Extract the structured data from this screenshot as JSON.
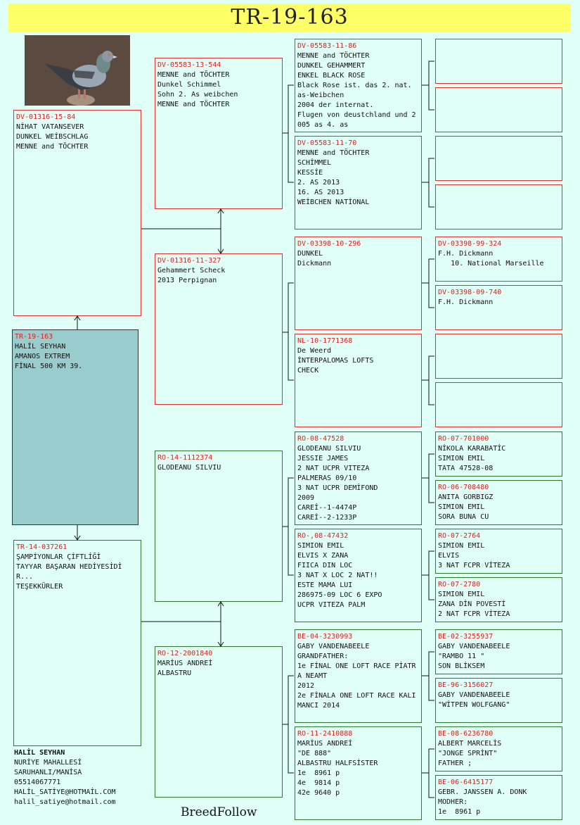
{
  "title": "TR-19-163",
  "brand": "BreedFollow",
  "photo": {
    "icon": "pigeon-photo"
  },
  "owner": {
    "name": "HALİL SEYHAN",
    "lines": [
      "NURİYE MAHALLESİ",
      "SARUHANLI/MANİSA",
      "05514067771",
      "HALİL_SATİYE@HOTMAİL.COM",
      "halil_satiye@hotmail.com"
    ]
  },
  "subject": {
    "ring": "TR-19-163",
    "text": "HALİL SEYHAN\nAMANOS EXTREM\nFİNAL 500 KM 39."
  },
  "sire": {
    "ring": "DV-01316-15-84",
    "text": "NİHAT VATANSEVER\nDUNKEL WEİBSCHLAG\nMENNE and TÖCHTER"
  },
  "dam": {
    "ring": "TR-14-037261",
    "text": "ŞAMPİYONLAR ÇİFTLİĞİ\nTAYYAR BAŞARAN HEDİYESİDİR...\nTEŞEKKÜRLER"
  },
  "ss": {
    "ring": "DV-05583-13-544",
    "text": "MENNE and TÖCHTER\nDunkel Schimmel\nSohn 2. As weibchen\nMENNE and TÖCHTER"
  },
  "sd": {
    "ring": "DV-01316-11-327",
    "text": "Gehammert Scheck\n2013 Perpignan"
  },
  "ds": {
    "ring": "RO-14-1112374",
    "text": "GLODEANU SILVIU"
  },
  "dd": {
    "ring": "RO-12-2001840",
    "text": "MARİUS ANDREİ\nALBASTRU"
  },
  "sss": {
    "ring": "DV-05583-11-86",
    "text": "MENNE and TÖCHTER\nDUNKEL GEHAMMERT\nENKEL BLACK ROSE\nBlack Rose ist. das 2. nat. as-Weibchen\n2004 der internat.\nFlugen von deustchland und 2005 as 4. as"
  },
  "ssd": {
    "ring": "DV-05583-11-70",
    "text": "MENNE and TÖCHTER\nSCHİMMEL\nKESSİE\n2. AS 2013\n16. AS 2013\nWEİBCHEN NATİONAL"
  },
  "sds": {
    "ring": "DV-03398-10-296",
    "text": "DUNKEL\nDickmann"
  },
  "sdd": {
    "ring": "NL-10-1771368",
    "text": "De Weerd\nİNTERPALOMAS LOFTS\nCHECK"
  },
  "dss": {
    "ring": "RO-08-47528",
    "text": "GLODEANU SILVIU\nJESSIE JAMES\n2 NAT UCPR VITEZA\nPALMERAS 09/10\n3 NAT UCPR DEMİFOND\n2009\nCAREİ--1-4474P\nCAREİ--2-1233P"
  },
  "dsd": {
    "ring": "RO-,08-47432",
    "text": "SIMION EMIL\nELVIS X ZANA\nFIICA DIN LOC\n3 NAT X LOC 2 NAT!!\nESTE MAMA LUI\n286975-09 LOC 6 EXPO\nUCPR VITEZA PALM"
  },
  "dds": {
    "ring": "BE-04-3230993",
    "text": "GABY VANDENABEELE\nGRANDFATHER:\n1e FİNAL ONE LOFT RACE PİATRA NEAMT\n2012\n2e FİNALA ONE LOFT RACE KALIMANCI 2014"
  },
  "ddd": {
    "ring": "RO-11-2410888",
    "text": "MARİUS ANDREİ\n\"DE 888\"\nALBASTRU HALFSİSTER\n1e  8961 p\n4e  9814 p\n42e 9640 p"
  },
  "g4": [
    {
      "ring": "",
      "text": ""
    },
    {
      "ring": "",
      "text": ""
    },
    {
      "ring": "",
      "text": ""
    },
    {
      "ring": "",
      "text": ""
    },
    {
      "ring": "DV-03398-99-324",
      "text": "F.H. Dickmann\n   10. National Marseille"
    },
    {
      "ring": "DV-03398-09-740",
      "text": "F.H. Dickmann"
    },
    {
      "ring": "",
      "text": ""
    },
    {
      "ring": "",
      "text": ""
    },
    {
      "ring": "RO-07-701000",
      "text": "NİKOLA KARABATİC\nSIMION EMIL\nTATA 47528-08"
    },
    {
      "ring": "RO-06-708480",
      "text": "ANITA GORBIGZ\nSIMION EMIL\nSORA BUNA CU"
    },
    {
      "ring": "RO-07-2764",
      "text": "SIMION EMIL\nELVIS\n3 NAT FCPR VİTEZA"
    },
    {
      "ring": "RO-07-2780",
      "text": "SIMION EMIL\nZANA DİN POVESTİ\n2 NAT FCPR VİTEZA"
    },
    {
      "ring": "BE-02-3255937",
      "text": "GABY VANDENABEELE\n\"RAMBO 11 \"\nSON BLİKSEM"
    },
    {
      "ring": "BE-96-3156027",
      "text": "GABY VANDENABEELE\n\"WİTPEN WOLFGANG\""
    },
    {
      "ring": "BE-08-6236780",
      "text": "ALBERT MARCELİS\n\"JONGE SPRİNT\"\nFATHER ;"
    },
    {
      "ring": "BE-06-6415177",
      "text": "GEBR. JANSSEN A. DONK\nMODHER:\n1e  8961 p"
    }
  ]
}
